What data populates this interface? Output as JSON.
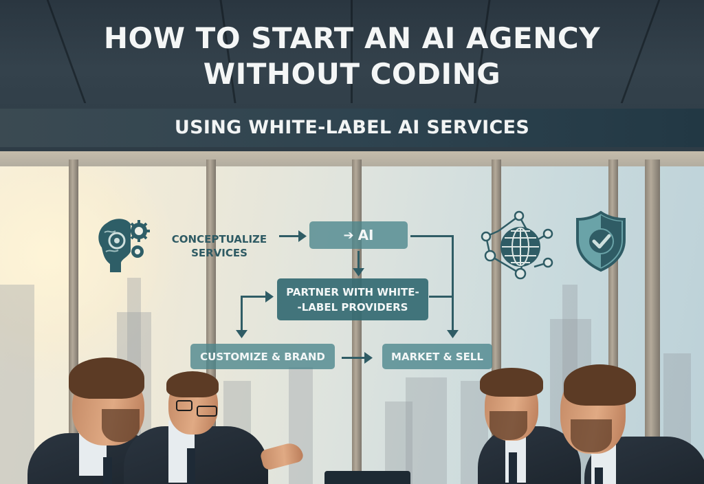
{
  "header": {
    "title_line1": "HOW TO START AN AI AGENCY",
    "title_line2": "WITHOUT CODING",
    "subtitle": "USING WHITE-LABEL AI SERVICES"
  },
  "flowchart": {
    "start_label_line1": "CONCEPTUALIZE",
    "start_label_line2": "SERVICES",
    "ai_box_arrow": "➔",
    "ai_box_label": "AI",
    "partner_box_line1": "PARTNER WITH WHITE-",
    "partner_box_line2": "-LABEL PROVIDERS",
    "customize_box": "CUSTOMIZE & BRAND",
    "market_box": "MARKET & SELL"
  },
  "icons": {
    "left": "brain-gears-icon",
    "right_1": "globe-network-icon",
    "right_2": "shield-check-icon"
  },
  "colors": {
    "header_bg": "#2f3d47",
    "title_text": "#f4f6f6",
    "flow_teal": "#4a858c",
    "flow_teal_dark": "#346a72",
    "flow_line": "#2f5c65"
  }
}
